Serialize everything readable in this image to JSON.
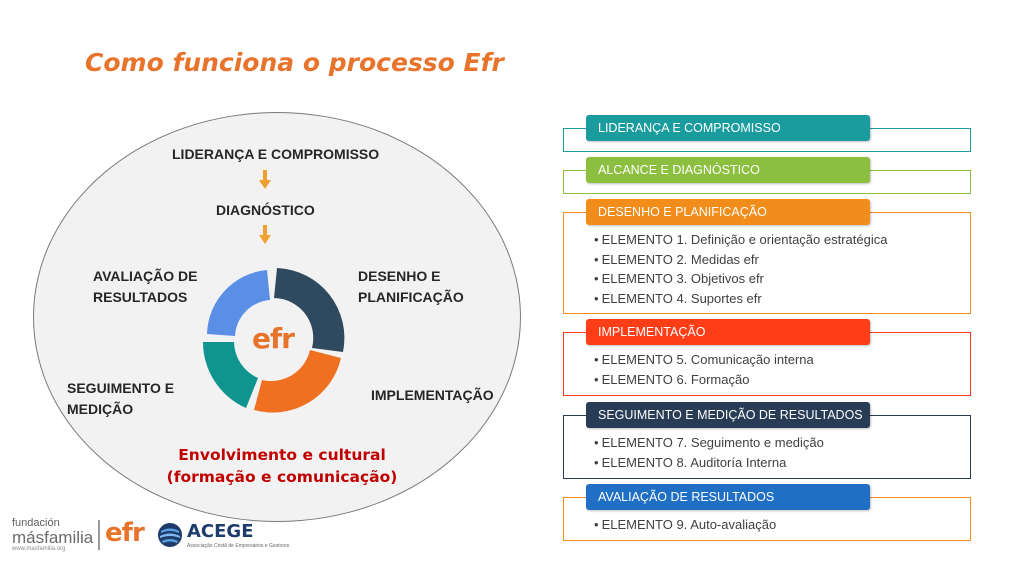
{
  "title": "Como funciona o processo Efr",
  "left": {
    "top_labels": [
      "LIDERANÇA E COMPROMISSO",
      "DIAGNÓSTICO"
    ],
    "avaliacao": [
      "AVALIAÇÃO DE",
      "RESULTADOS"
    ],
    "desenho": [
      "DESENHO E",
      "PLANIFICAÇÃO"
    ],
    "seguimento": [
      "SEGUIMENTO E",
      "MEDIÇÃO"
    ],
    "implementacao": "IMPLEMENTAÇÃO",
    "center": "efr",
    "cultural": [
      "Envolvimento e cultural",
      "(formação e comunicação)"
    ]
  },
  "right": {
    "steps": [
      {
        "header": "LIDERANÇA E COMPROMISSO",
        "color": "#1a9c9e",
        "items": []
      },
      {
        "header": "ALCANCE E DIAGNÓSTICO",
        "color": "#8cbf3f",
        "items": []
      },
      {
        "header": "DESENHO E PLANIFICAÇÃO",
        "color": "#f28c1a",
        "items": [
          "ELEMENTO 1. Definição e orientação estratégica",
          "ELEMENTO 2. Medidas efr",
          "ELEMENTO 3. Objetivos efr",
          "ELEMENTO 4. Suportes efr"
        ]
      },
      {
        "header": "IMPLEMENTAÇÃO",
        "color": "#ff3d17",
        "items": [
          "ELEMENTO 5. Comunicação interna",
          "ELEMENTO 6. Formação"
        ]
      },
      {
        "header": "SEGUIMENTO E MEDIÇÃO DE RESULTADOS",
        "color": "#283c55",
        "items": [
          "ELEMENTO 7. Seguimento e medição",
          "ELEMENTO 8. Auditoría Interna"
        ]
      },
      {
        "header": "AVALIAÇÃO DE RESULTADOS",
        "color": "#1f6fc5",
        "items": [
          "ELEMENTO 9. Auto-avaliação"
        ]
      }
    ]
  },
  "logos": {
    "fundacion": "fundación",
    "masfamilia": "másfamilia",
    "url": "www.masfamilia.org",
    "efr": "efr",
    "acege": "ACEGE",
    "acege_sub": "Associação Cristã de Empresários e Gestores"
  }
}
